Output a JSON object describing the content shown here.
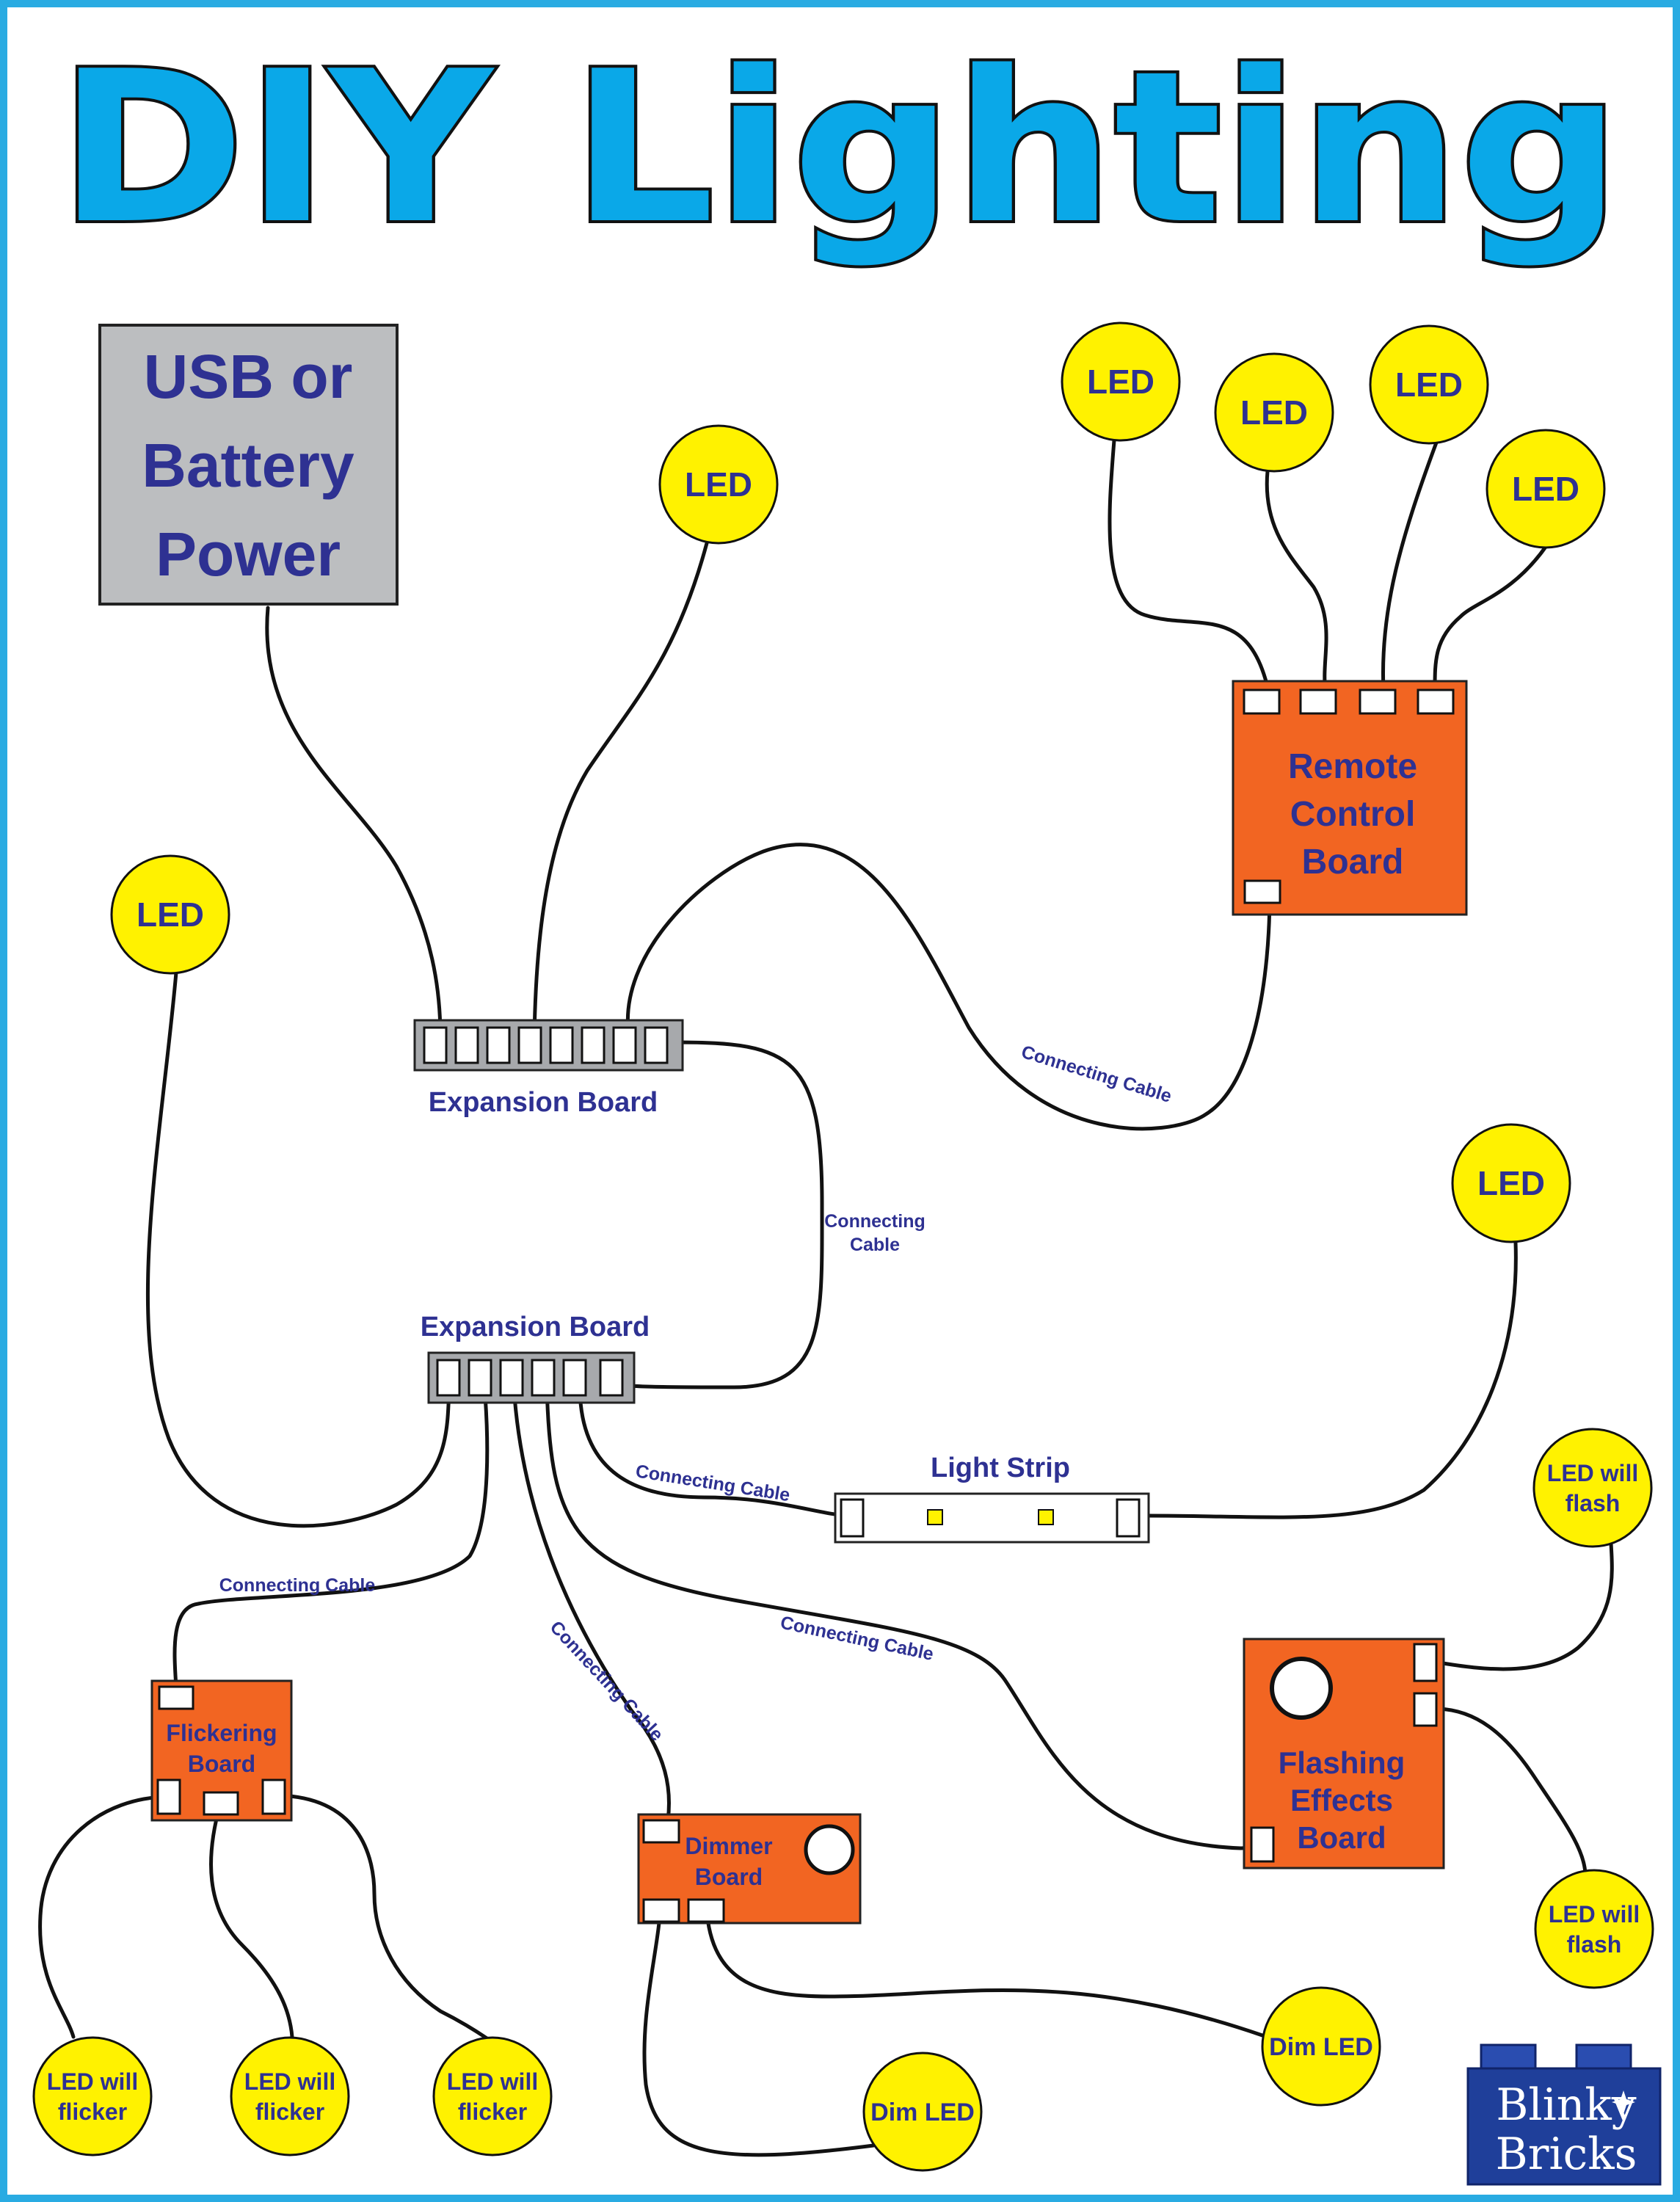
{
  "title": "DIY Lighting",
  "power": {
    "lines": [
      "USB or",
      "Battery",
      "Power"
    ]
  },
  "boards": {
    "expansion_top": "Expansion Board",
    "expansion_bottom": "Expansion Board",
    "remote": [
      "Remote",
      "Control",
      "Board"
    ],
    "light_strip": "Light Strip",
    "flickering": [
      "Flickering",
      "Board"
    ],
    "dimmer": [
      "Dimmer",
      "Board"
    ],
    "flashing": [
      "Flashing",
      "Effects",
      "Board"
    ]
  },
  "cables": {
    "remote_link": "Connecting Cable",
    "expansion_link": [
      "Connecting",
      "Cable"
    ],
    "strip_link": "Connecting Cable",
    "flicker_link": "Connecting Cable",
    "dimmer_link": "Connecting Cable",
    "flashing_link": "Connecting Cable"
  },
  "leds": {
    "plain": "LED",
    "flicker": [
      "LED will",
      "flicker"
    ],
    "flash": [
      "LED will",
      "flash"
    ],
    "dim": "Dim LED"
  },
  "logo": {
    "line1": "Blinky",
    "line2": "Bricks"
  },
  "colors": {
    "frame": "#29abe2",
    "title": "#0aa8e8",
    "label": "#2e3192",
    "led": "#fff200",
    "board": "#f26522",
    "power_box": "#bcbec0",
    "expansion_board": "#a7a9ac",
    "logo": "#1f3f9a"
  }
}
